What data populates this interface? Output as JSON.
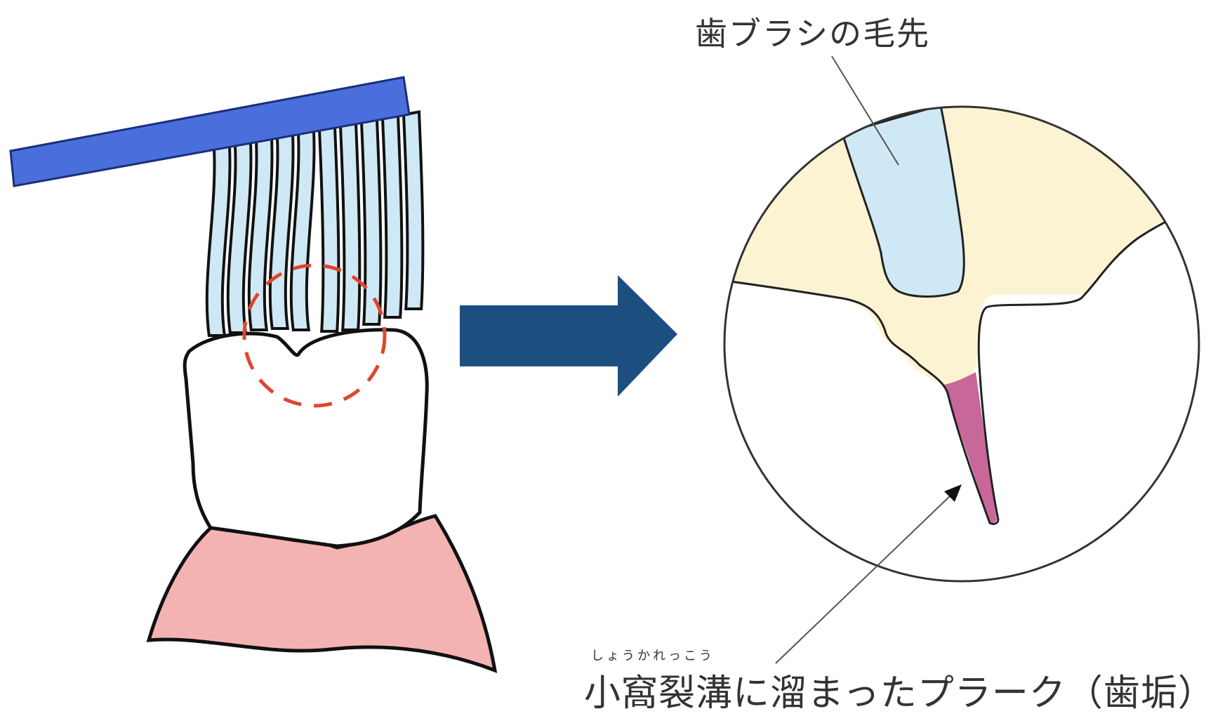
{
  "labels": {
    "bristle_tip": "歯ブラシの毛先",
    "plaque_ruby": "しょうかれっこう",
    "plaque": "小窩裂溝に溜まったプラーク（歯垢）"
  },
  "colors": {
    "handle": "#4a6fdc",
    "bristle": "#cfe8f5",
    "gum": "#f4b3b3",
    "enamel": "#fbf3d2",
    "plaque": "#c8679a",
    "arrow": "#1d4e80",
    "highlight_circle": "#e0452e"
  }
}
